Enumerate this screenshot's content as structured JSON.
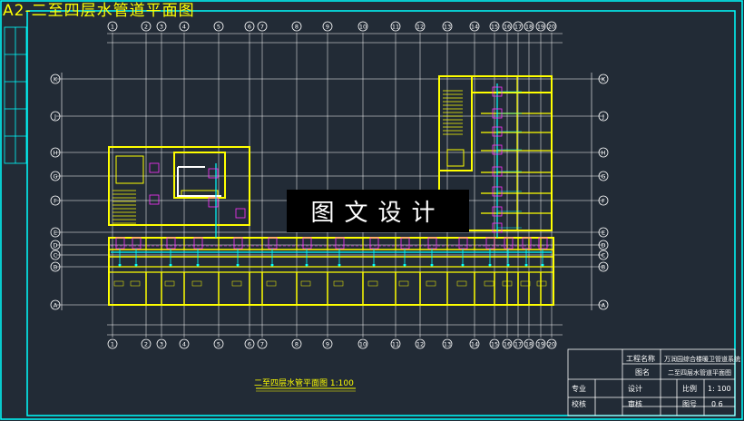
{
  "drawing": {
    "title": "A2-二至四层水管道平面图",
    "watermark": "图文设计",
    "plan_title": "二至四层水管平面图 1:100"
  },
  "axes": {
    "columns": [
      "1",
      "2",
      "3",
      "4",
      "5",
      "6",
      "7",
      "8",
      "9",
      "10",
      "11",
      "12",
      "13",
      "14",
      "15",
      "16",
      "17",
      "18",
      "19",
      "20"
    ],
    "rows": [
      "A",
      "B",
      "C",
      "D",
      "E",
      "F",
      "G",
      "H",
      "J",
      "K"
    ]
  },
  "title_block": {
    "project_label": "工程名称",
    "project_value": "万润园综合楼暖卫管道系统",
    "drawing_label": "图名",
    "drawing_value": "二至四层水管道平面图",
    "major_label": "专业",
    "design_label": "设计",
    "scale_label": "比例",
    "scale_value": "1: 100",
    "drafter_label": "校核",
    "review_label": "审核",
    "number_label": "图号",
    "number_value": "0 6"
  },
  "colors": {
    "background": "#222b36",
    "frame": "#00ffff",
    "walls": "#ffff00",
    "grid": "#ffffff",
    "pipes": "#00ffff",
    "fixtures": "#ff33ff"
  }
}
